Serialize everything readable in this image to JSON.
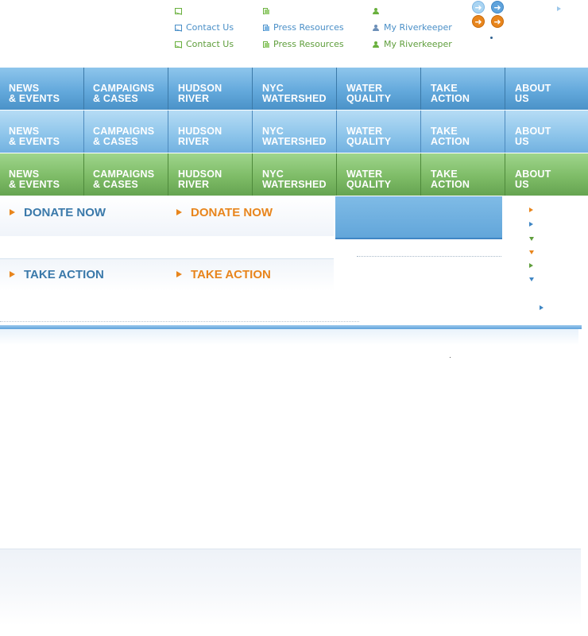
{
  "colors": {
    "blue_link": "#4a8fc7",
    "green_link": "#5f9e3c",
    "green_icon": "#69b03d",
    "orange": "#e8851c",
    "donate_blue": "#3a79aa",
    "donate_orange": "#e8851c",
    "bar_blue": "#64a9dc",
    "bar_light_blue": "#8cc4ea",
    "bar_green": "#7ebc67",
    "panel_blue": "#6fb0e0"
  },
  "util_links": {
    "row_icons": [
      "envelope-icon",
      "document-icon",
      "user-icon"
    ],
    "blue_row": [
      {
        "icon": "envelope-icon",
        "label": "Contact Us"
      },
      {
        "icon": "document-icon",
        "label": "Press Resources"
      },
      {
        "icon": "user-icon",
        "label": "My Riverkeeper"
      }
    ],
    "green_row": [
      {
        "icon": "envelope-icon",
        "label": "Contact Us"
      },
      {
        "icon": "document-icon",
        "label": "Press Resources"
      },
      {
        "icon": "user-icon",
        "label": "My Riverkeeper"
      }
    ]
  },
  "go_buttons": [
    "arrow-right-icon",
    "arrow-right-icon",
    "arrow-right-icon",
    "arrow-right-icon"
  ],
  "nav": [
    {
      "line1": "NEWS",
      "line2": "& EVENTS"
    },
    {
      "line1": "CAMPAIGNS",
      "line2": "& CASES"
    },
    {
      "line1": "HUDSON",
      "line2": "RIVER"
    },
    {
      "line1": "NYC",
      "line2": "WATERSHED"
    },
    {
      "line1": "WATER",
      "line2": "QUALITY"
    },
    {
      "line1": "TAKE",
      "line2": "ACTION"
    },
    {
      "line1": "ABOUT",
      "line2": "US"
    }
  ],
  "promos": {
    "donate": "DONATE NOW",
    "take_action": "TAKE ACTION"
  }
}
